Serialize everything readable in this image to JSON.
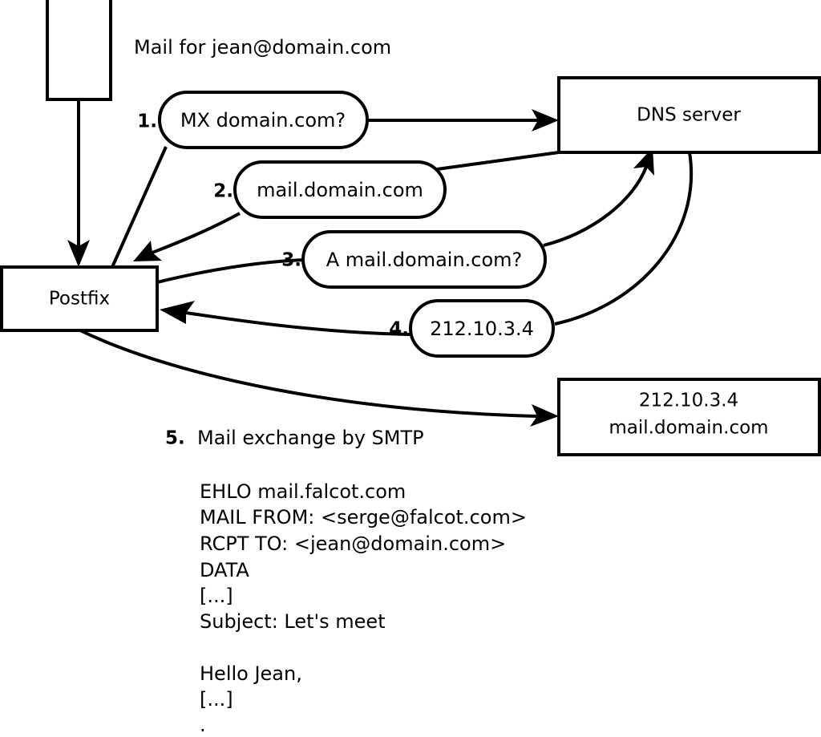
{
  "diagram": {
    "title_note": "Mail for jean@domain.com",
    "nodes": [
      {
        "id": "client",
        "label": "",
        "name": "client-box"
      },
      {
        "id": "postfix",
        "label": "Postfix",
        "name": "postfix-box"
      },
      {
        "id": "dns",
        "label": "DNS server",
        "name": "dns-server-box"
      },
      {
        "id": "target",
        "label_line1": "212.10.3.4",
        "label_line2": "mail.domain.com",
        "name": "target-mailserver-box"
      }
    ],
    "steps": [
      {
        "num": "1.",
        "label": "MX domain.com?",
        "name": "step-1-mx-query"
      },
      {
        "num": "2.",
        "label": "mail.domain.com",
        "name": "step-2-mx-answer"
      },
      {
        "num": "3.",
        "label": "A mail.domain.com?",
        "name": "step-3-a-query"
      },
      {
        "num": "4.",
        "label": "212.10.3.4",
        "name": "step-4-a-answer"
      }
    ],
    "caption": {
      "num": "5.",
      "text": "Mail exchange by SMTP"
    },
    "transcript": [
      "EHLO mail.falcot.com",
      "MAIL FROM: <serge@falcot.com>",
      "RCPT TO: <jean@domain.com>",
      "DATA",
      "[...]",
      "Subject: Let's meet",
      "",
      "Hello Jean,",
      "[...]",
      "",
      "."
    ],
    "colors": {
      "stroke": "#000000",
      "fill": "#ffffff",
      "text": "#000000"
    }
  }
}
